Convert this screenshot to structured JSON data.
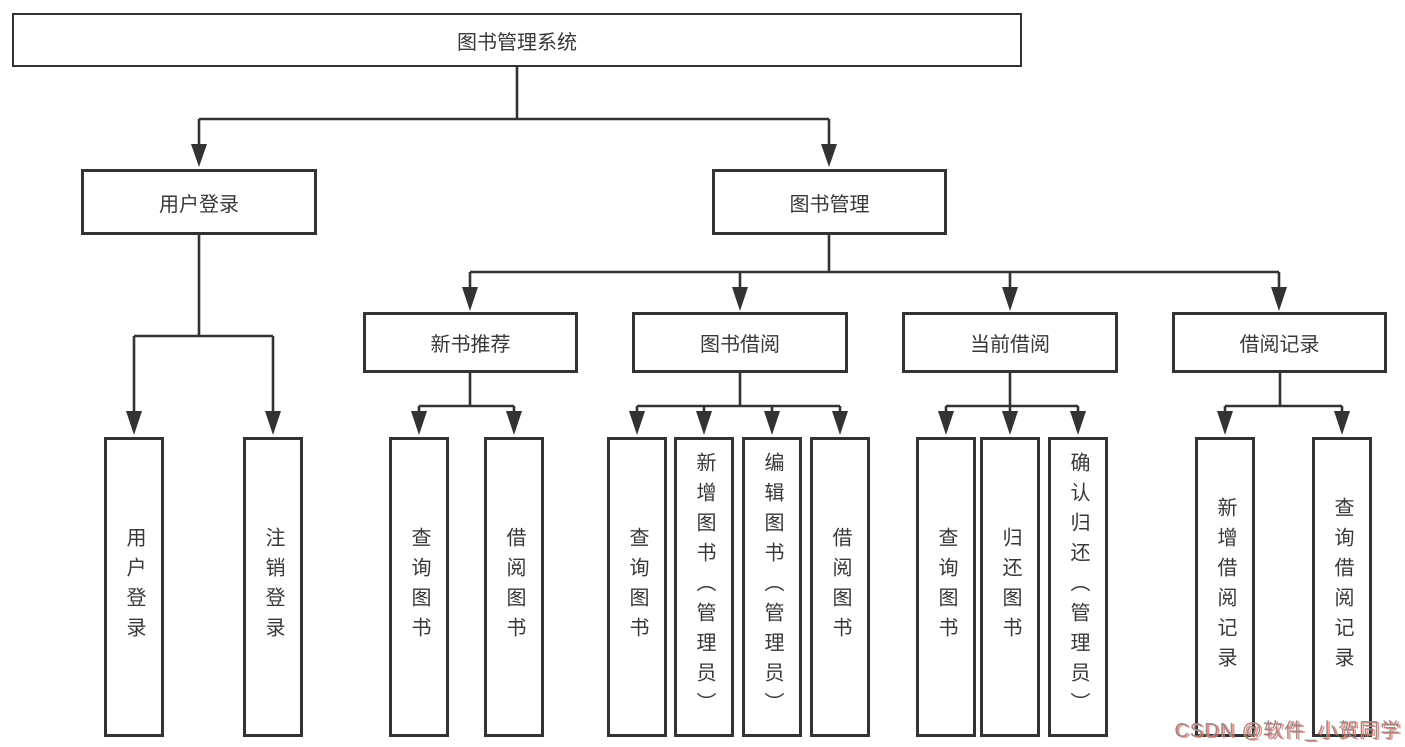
{
  "diagram": {
    "type": "hierarchy-tree",
    "line_color": "#333333",
    "box_background": "#ffffff",
    "text_color": "#383838",
    "tree": {
      "label": "图书管理系统",
      "children": [
        {
          "label": "用户登录",
          "children": [
            {
              "label": "用户登录"
            },
            {
              "label": "注销登录"
            }
          ]
        },
        {
          "label": "图书管理",
          "children": [
            {
              "label": "新书推荐",
              "children": [
                {
                  "label": "查询图书"
                },
                {
                  "label": "借阅图书"
                }
              ]
            },
            {
              "label": "图书借阅",
              "children": [
                {
                  "label": "查询图书"
                },
                {
                  "label": "新增图书（管理员）"
                },
                {
                  "label": "编辑图书（管理员）"
                },
                {
                  "label": "借阅图书"
                }
              ]
            },
            {
              "label": "当前借阅",
              "children": [
                {
                  "label": "查询图书"
                },
                {
                  "label": "归还图书"
                },
                {
                  "label": "确认归还（管理员）"
                }
              ]
            },
            {
              "label": "借阅记录",
              "children": [
                {
                  "label": "新增借阅记录"
                },
                {
                  "label": "查询借阅记录"
                }
              ]
            }
          ]
        }
      ]
    }
  },
  "watermark": {
    "text": "CSDN @软件_小贺同学",
    "gray_color": "#8f8f8f",
    "accent_color": "#fc5531"
  }
}
